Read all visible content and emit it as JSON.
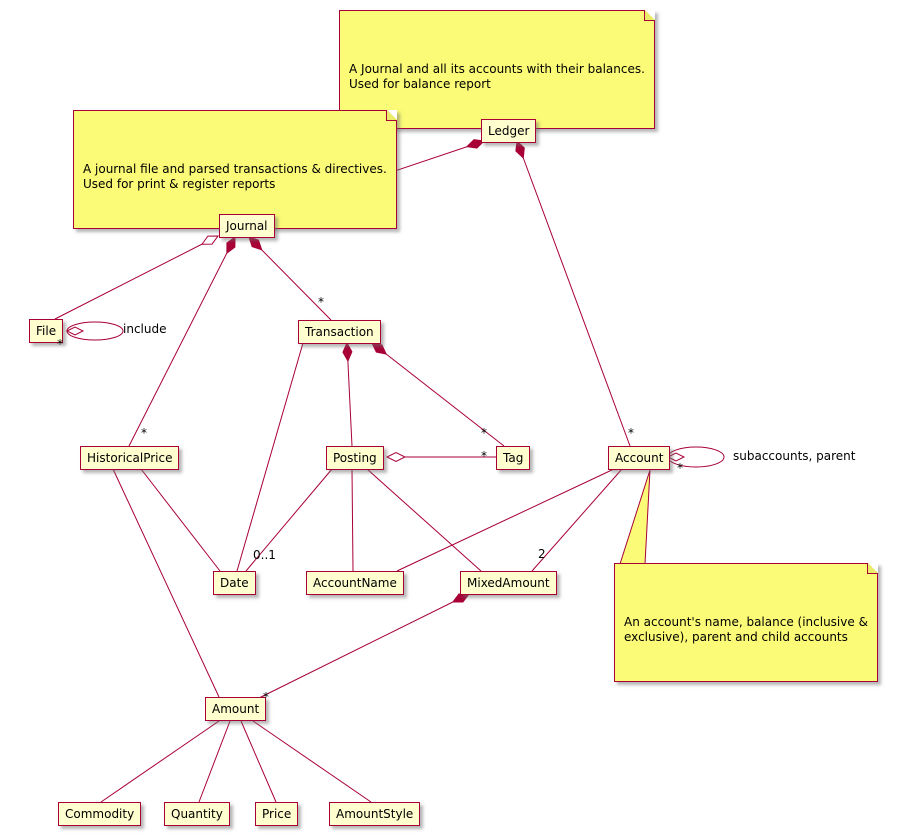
{
  "colors": {
    "class_bg": "#FEFECE",
    "class_border": "#A80036",
    "note_bg": "#FBFB77",
    "note_border": "#A80036",
    "edge": "#A80036",
    "text": "#000000"
  },
  "classes": {
    "ledger": "Ledger",
    "journal": "Journal",
    "file": "File",
    "transaction": "Transaction",
    "historical_price": "HistoricalPrice",
    "posting": "Posting",
    "tag": "Tag",
    "account": "Account",
    "date": "Date",
    "account_name": "AccountName",
    "mixed_amount": "MixedAmount",
    "amount": "Amount",
    "commodity": "Commodity",
    "quantity": "Quantity",
    "price": "Price",
    "amount_style": "AmountStyle"
  },
  "notes": {
    "ledger_note": "A Journal and all its accounts with their balances.\nUsed for balance report",
    "journal_note": "A journal file and parsed transactions & directives.\nUsed for print & register reports",
    "account_note": "An account's name, balance (inclusive &\nexclusive), parent and child accounts"
  },
  "edge_labels": {
    "journal_transaction_mult": "*",
    "journal_historicalprice_mult": "*",
    "file_include_mult": "*",
    "file_include_label": "include",
    "transaction_tag_mult": "*",
    "posting_tag_mult": "*",
    "ledger_account_mult": "*",
    "account_subaccounts_mult": "*",
    "account_subaccounts_label": "subaccounts, parent",
    "posting_date_mult": "0..1",
    "account_mixedamount_mult": "2",
    "mixedamount_amount_mult": "*"
  }
}
